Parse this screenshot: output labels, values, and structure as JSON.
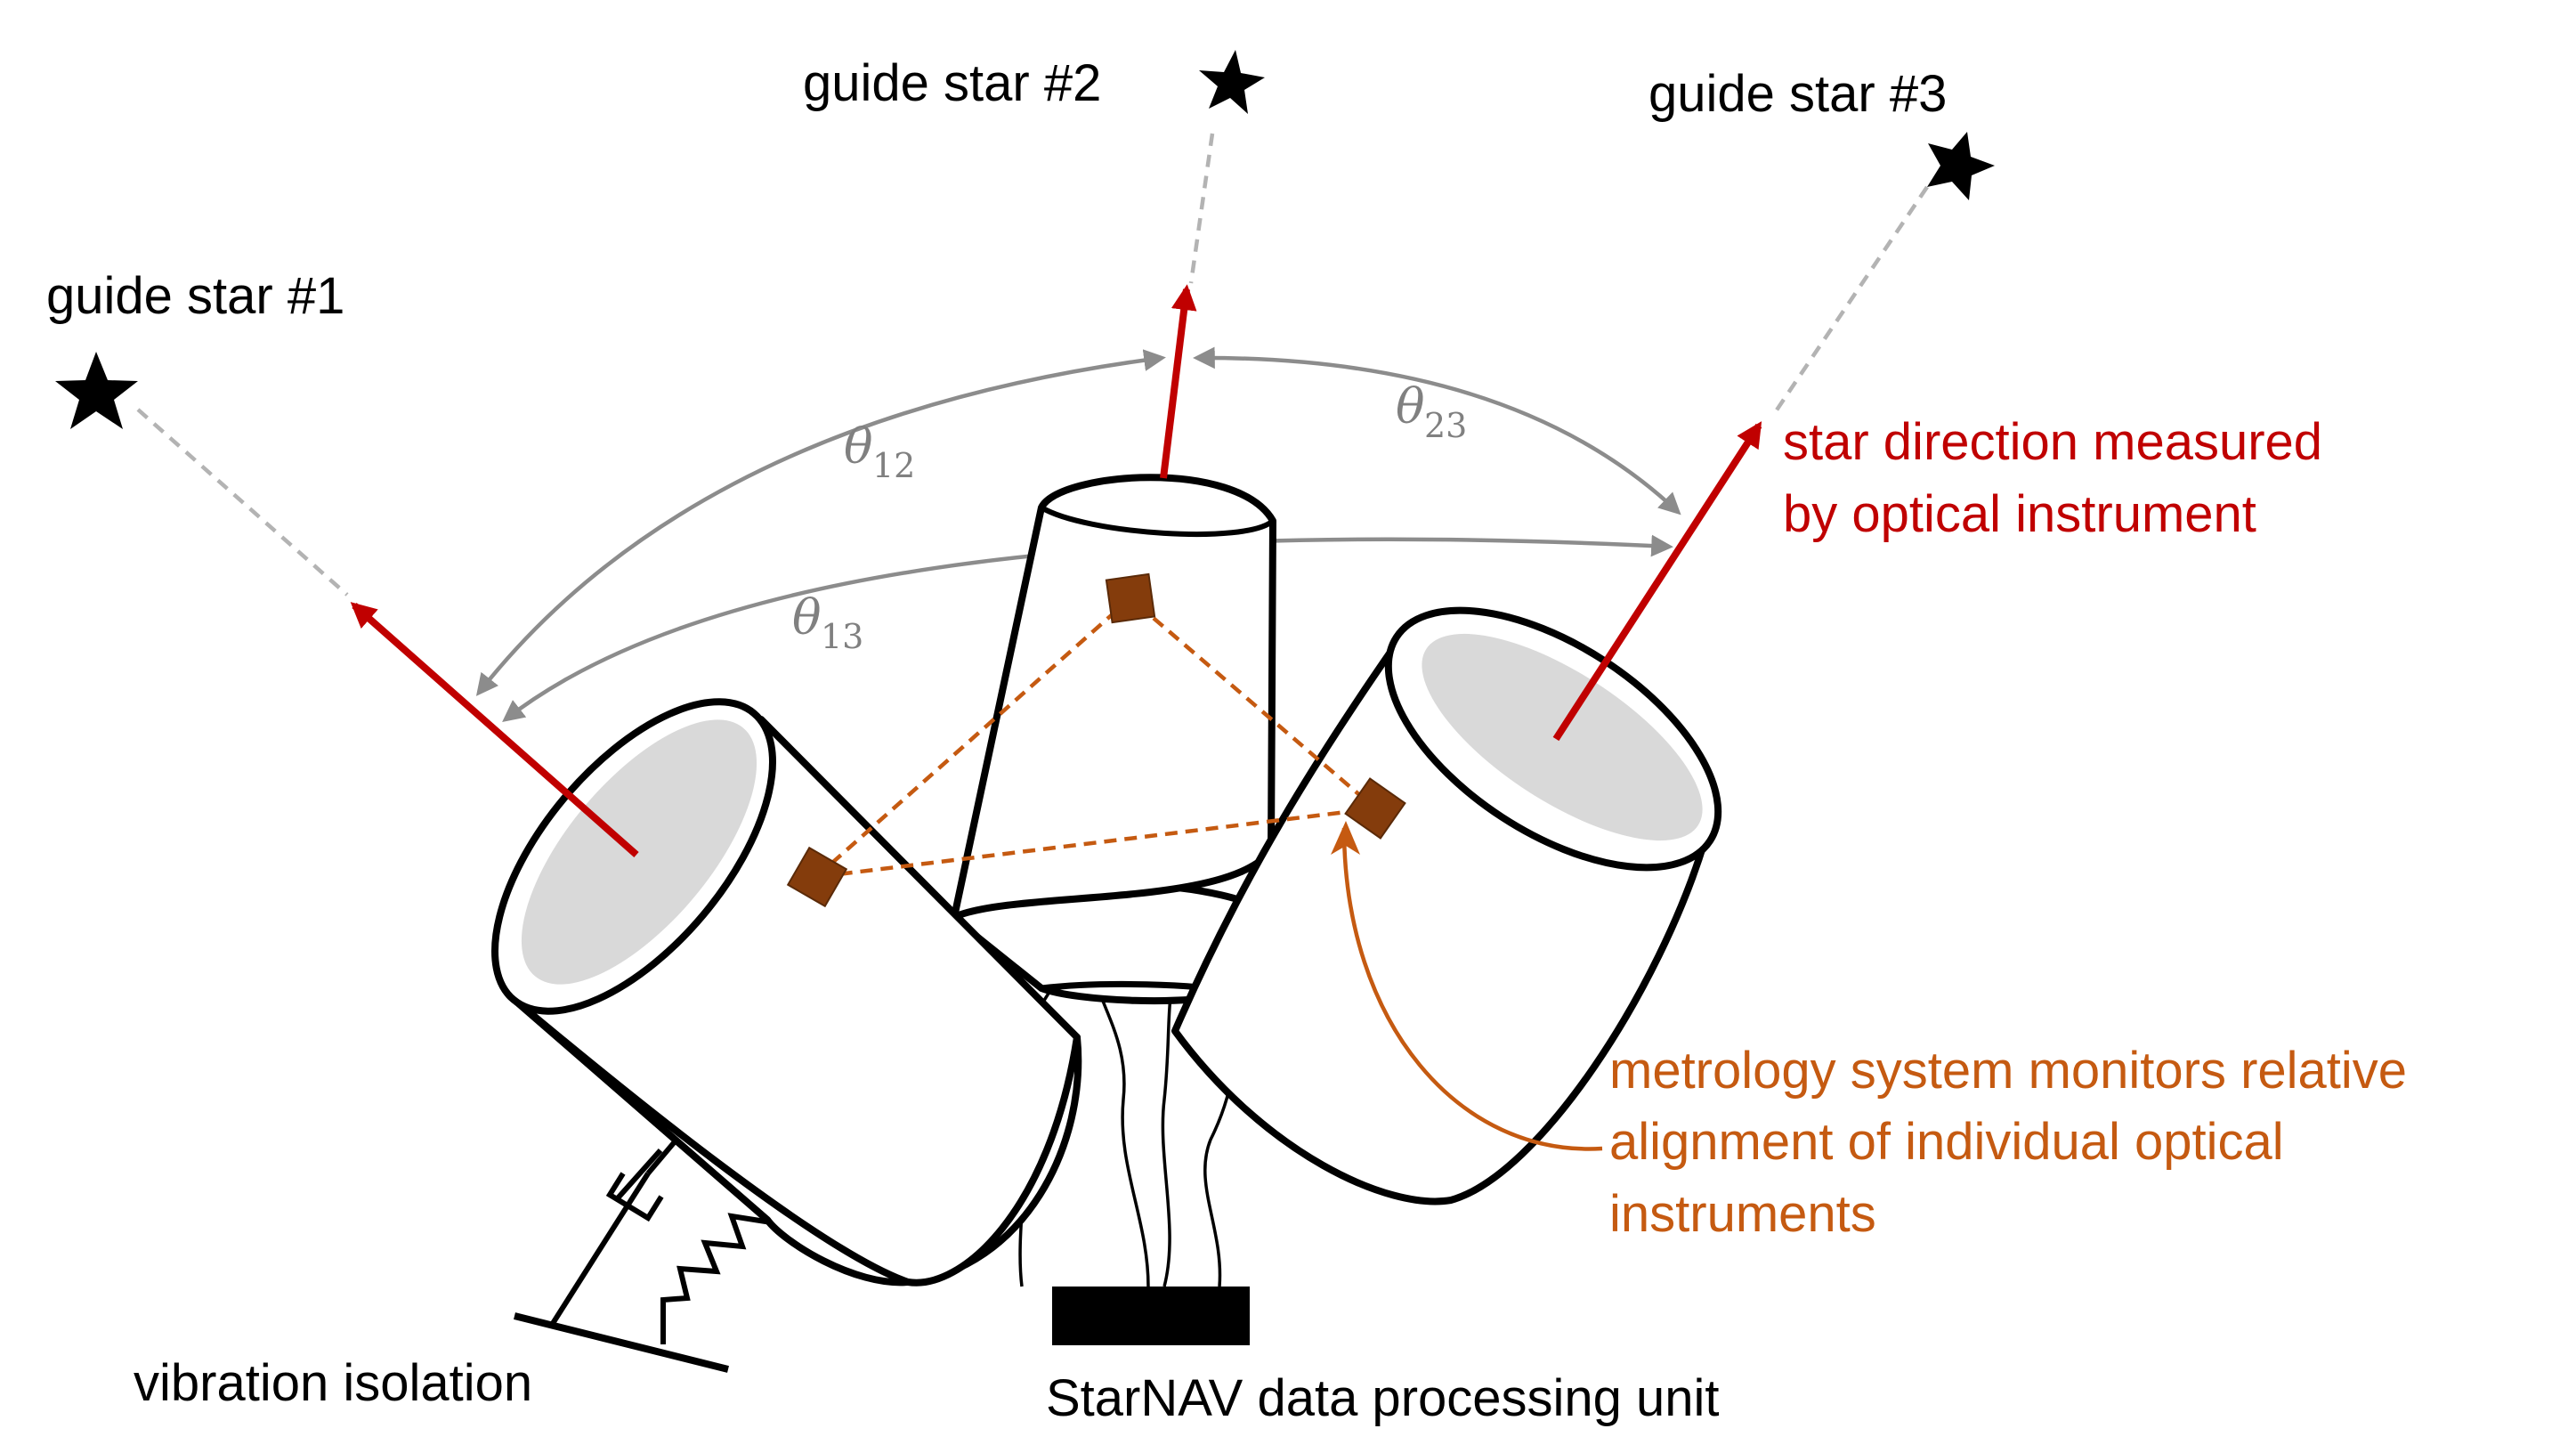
{
  "labels": {
    "guide_star_1": "guide star #1",
    "guide_star_2": "guide star #2",
    "guide_star_3": "guide star #3",
    "star_direction_line1": "star direction measured",
    "star_direction_line2": "by optical instrument",
    "metrology_line1": "metrology system monitors relative",
    "metrology_line2": "alignment of individual optical",
    "metrology_line3": "instruments",
    "vibration_isolation": "vibration isolation",
    "processing_unit": "StarNAV data processing unit"
  },
  "angles": {
    "theta12": {
      "symbol": "θ",
      "subscript": "12"
    },
    "theta23": {
      "symbol": "θ",
      "subscript": "23"
    },
    "theta13": {
      "symbol": "θ",
      "subscript": "13"
    }
  },
  "colors": {
    "measured_direction": "#c00000",
    "metrology": "#c55a11",
    "metrology_pad": "#843c0c",
    "angle_arc": "#8c8c8c",
    "lens": "#d9d9d9"
  },
  "icons": {
    "guide_star": "star-icon",
    "processing_unit": "black-box-icon"
  }
}
